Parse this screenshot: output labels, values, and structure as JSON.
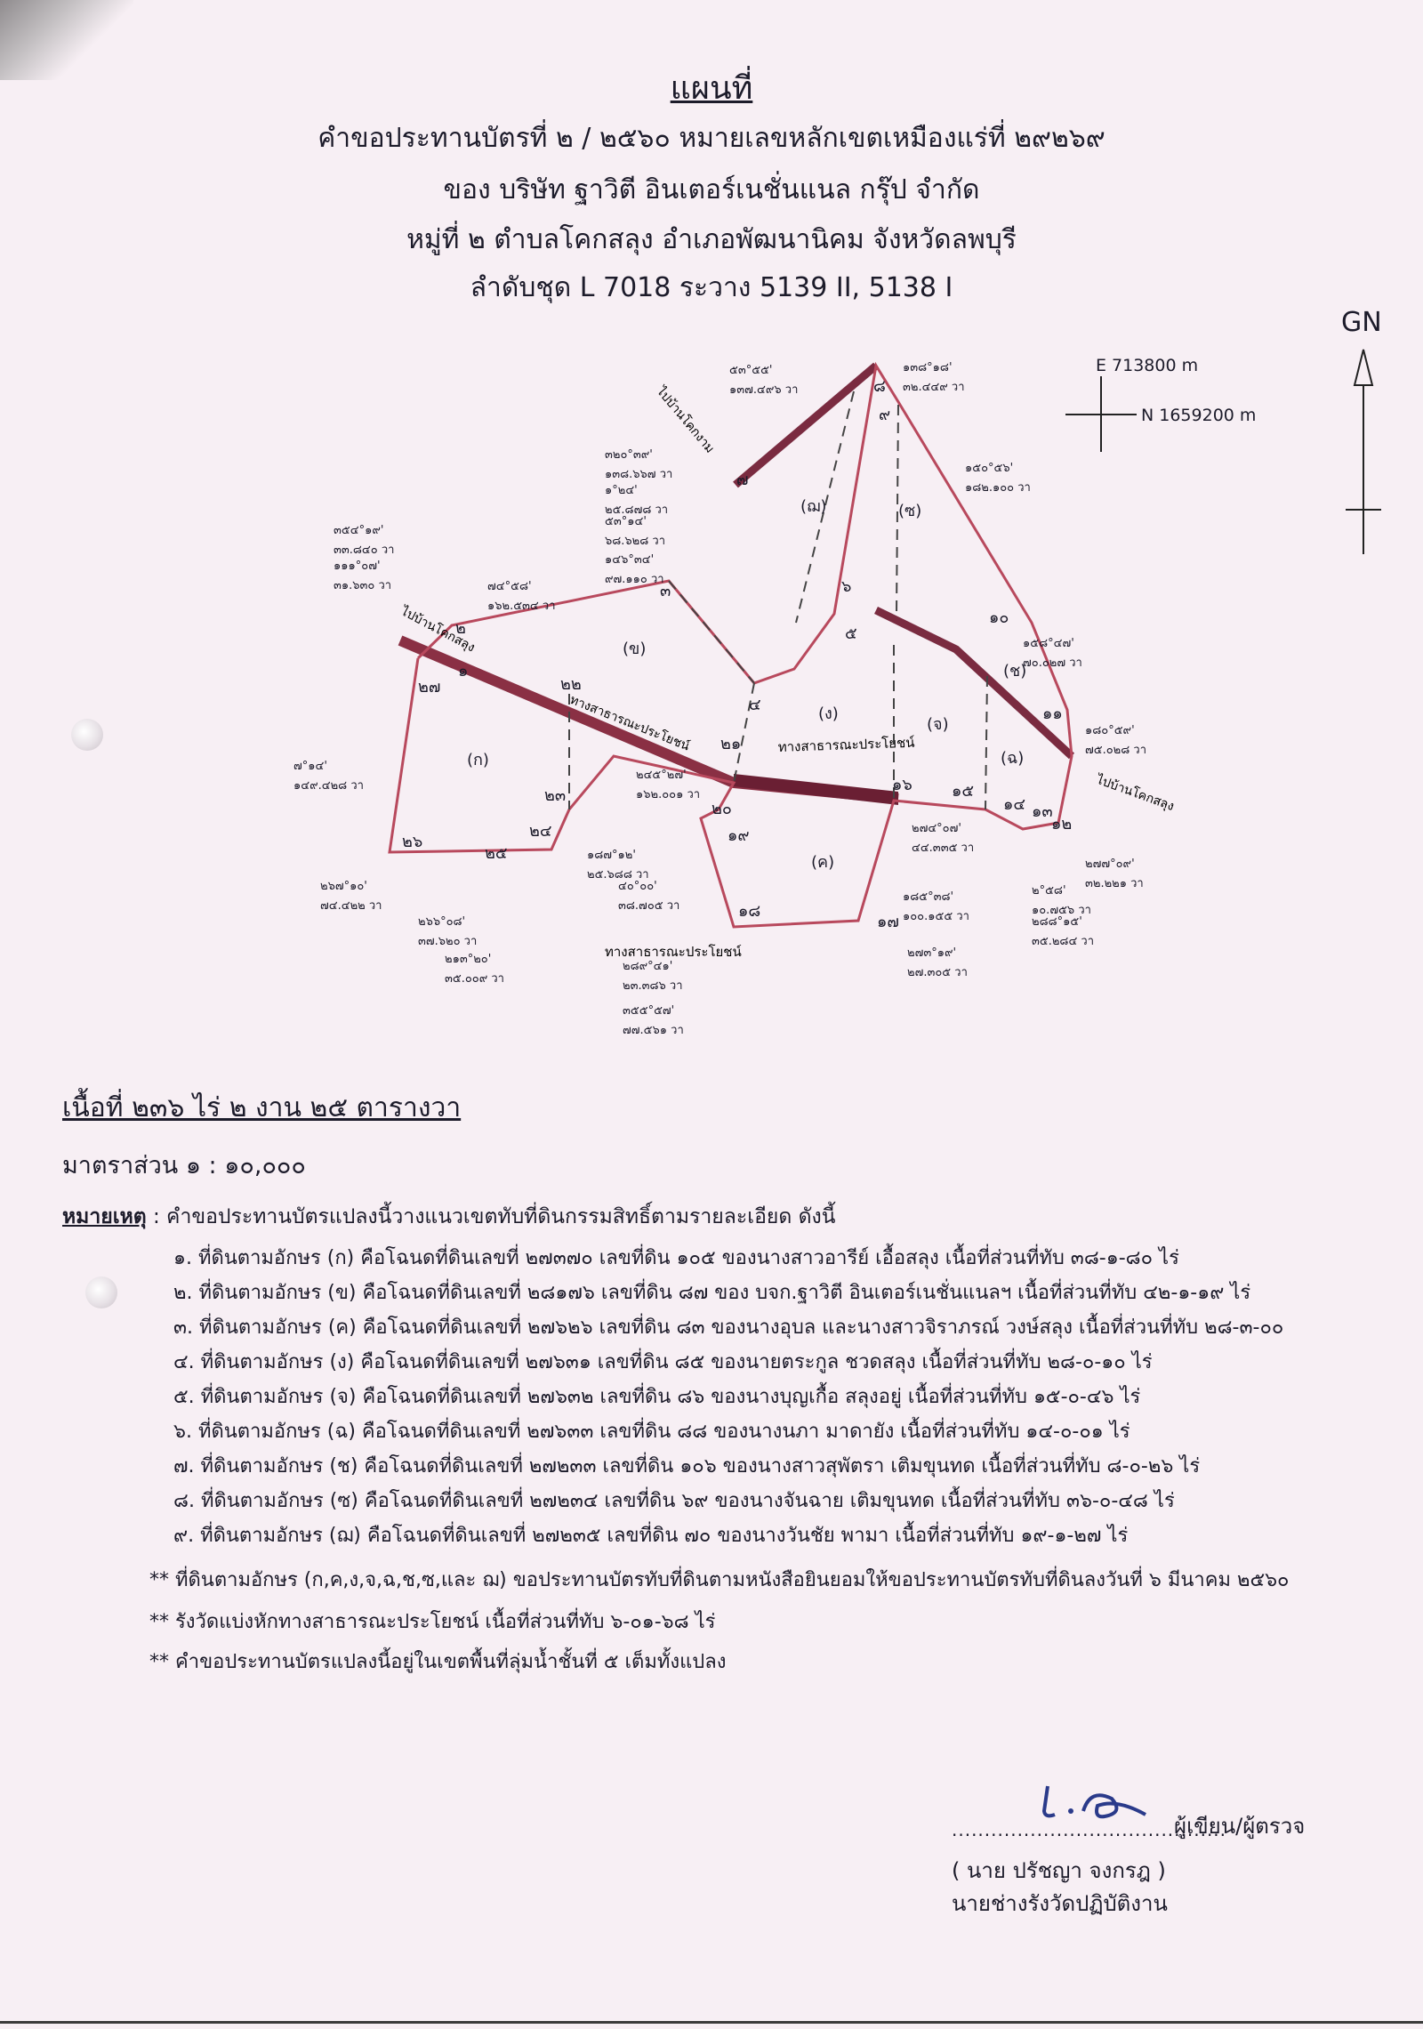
{
  "header": {
    "title": "แผนที่",
    "line1": "คำขอประทานบัตรที่ ๒ / ๒๕๖๐ หมายเลขหลักเขตเหมืองแร่ที่  ๒๙๒๖๙",
    "line2": "ของ บริษัท ฐาวิตี อินเตอร์เนชั่นแนล กรุ๊ป จำกัด",
    "line3": "หมู่ที่ ๒ ตำบลโคกสลุง  อำเภอพัฒนานิคม   จังหวัดลพบุรี",
    "line4": "ลำดับชุด L 7018 ระวาง  5139 II, 5138 I"
  },
  "map": {
    "north_label": "GN",
    "easting": "E 713800 m",
    "northing": "N 1659200 m",
    "parcel_labels": [
      "(ก)",
      "(ข)",
      "(ค)",
      "(ง)",
      "(จ)",
      "(ฉ)",
      "(ช)",
      "(ซ)",
      "(ฌ)"
    ],
    "point_labels": [
      "๑",
      "๒",
      "๓",
      "๔",
      "๕",
      "๖",
      "๗",
      "๘",
      "๙",
      "๑๐",
      "๑๑",
      "๑๒",
      "๑๓",
      "๑๔",
      "๑๕",
      "๑๖",
      "๑๗",
      "๑๘",
      "๑๙",
      "๒๐",
      "๒๑",
      "๒๒",
      "๒๓",
      "๒๔",
      "๒๕",
      "๒๖",
      "๒๗"
    ],
    "road_label": "ทางสาธารณะประโยชน์",
    "to_labels": [
      "ไปบ้านโคกสลุง",
      "ไปบ้านโคกสลุง",
      "ไปบ้านโคกงาม"
    ],
    "bearings": [
      "๓๕๔°๑๙'",
      "๓๓.๘๔๐ วา",
      "๑๑๑°๐๗'",
      "๓๑.๖๓๐ วา",
      "๗๔°๕๘'",
      "๑๖๒.๕๓๔ วา",
      "๗°๑๔'",
      "๑๔๙.๔๒๘ วา",
      "๒๖๗°๑๐'",
      "๗๔.๔๒๒ วา",
      "๒๖๖°๐๘'",
      "๓๗.๖๒๐ วา",
      "๒๑๓°๒๐'",
      "๓๕.๐๐๙ วา",
      "๑๘๗°๑๒'",
      "๒๕.๖๘๘ วา",
      "๔๐°๐๐'",
      "๓๘.๗๐๕ วา",
      "๒๔๕°๒๗'",
      "๑๖๒.๐๐๑ วา",
      "๒๘๙°๔๑'",
      "๒๓.๓๘๖ วา",
      "๓๕๕°๕๗'",
      "๗๗.๕๖๑ วา",
      "๓๒๐°๓๙'",
      "๑๓๘.๖๖๗ วา",
      "๑°๒๔'",
      "๒๕.๘๗๘ วา",
      "๕๓°๑๔'",
      "๖๘.๖๒๘ วา",
      "๑๔๖°๓๔'",
      "๙๗.๑๑๐ วา",
      "๕๓°๕๕'",
      "๑๓๗.๔๙๖ วา",
      "๑๓๘°๑๘'",
      "๓๒.๔๔๙ วา",
      "๑๕๐°๕๖'",
      "๑๘๒.๑๐๐ วา",
      "๑๕๘°๔๗'",
      "๗๐.๐๒๗ วา",
      "๑๘๐°๕๙'",
      "๗๕.๐๒๘ วา",
      "๒๗๗°๐๙'",
      "๓๒.๒๒๑ วา",
      "๒°๕๘'",
      "๑๐.๗๕๖ วา",
      "๒๘๘°๑๕'",
      "๓๕.๒๘๔ วา",
      "๒๗๓°๑๙'",
      "๒๗.๓๐๕ วา",
      "๑๘๕°๓๘'",
      "๑๐๐.๑๕๕ วา",
      "๒๗๔°๐๗'",
      "๔๔.๓๓๕ วา"
    ]
  },
  "area": "เนื้อที่  ๒๓๖  ไร่  ๒  งาน  ๒๕  ตารางวา",
  "scale": "มาตราส่วน  ๑ : ๑๐,๐๐๐",
  "remarks": {
    "label": "หมายเหตุ",
    "intro": " : คำขอประทานบัตรแปลงนี้วางแนวเขตทับที่ดินกรรมสิทธิ์ตามรายละเอียด ดังนี้",
    "items": [
      "๑. ที่ดินตามอักษร (ก)  คือโฉนดที่ดินเลขที่ ๒๗๓๗๐ เลขที่ดิน ๑๐๕  ของนางสาวอารีย์ เอื้อสลุง เนื้อที่ส่วนที่ทับ  ๓๘-๑-๘๐  ไร่",
      "๒. ที่ดินตามอักษร (ข)  คือโฉนดที่ดินเลขที่ ๒๘๑๗๖ เลขที่ดิน ๘๗  ของ บจก.ฐาวิตี อินเตอร์เนชั่นแนลฯ เนื้อที่ส่วนที่ทับ  ๔๒-๑-๑๙  ไร่",
      "๓. ที่ดินตามอักษร (ค)  คือโฉนดที่ดินเลขที่ ๒๗๖๒๖ เลขที่ดิน ๘๓  ของนางอุบล และนางสาวจิราภรณ์ วงษ์สลุง เนื้อที่ส่วนที่ทับ  ๒๘-๓-๐๐",
      "๔. ที่ดินตามอักษร (ง)  คือโฉนดที่ดินเลขที่ ๒๗๖๓๑ เลขที่ดิน ๘๕  ของนายตระกูล ชวดสลุง เนื้อที่ส่วนที่ทับ  ๒๘-๐-๑๐  ไร่",
      "๕. ที่ดินตามอักษร (จ)  คือโฉนดที่ดินเลขที่ ๒๗๖๓๒ เลขที่ดิน ๘๖  ของนางบุญเกื้อ สลุงอยู่ เนื้อที่ส่วนที่ทับ  ๑๕-๐-๔๖  ไร่",
      "๖. ที่ดินตามอักษร (ฉ)  คือโฉนดที่ดินเลขที่ ๒๗๖๓๓ เลขที่ดิน ๘๘  ของนางนภา มาดายัง เนื้อที่ส่วนที่ทับ  ๑๔-๐-๐๑  ไร่",
      "๗. ที่ดินตามอักษร (ช)  คือโฉนดที่ดินเลขที่ ๒๗๒๓๓ เลขที่ดิน ๑๐๖  ของนางสาวสุพัตรา เติมขุนทด เนื้อที่ส่วนที่ทับ  ๘-๐-๒๖ ไร่",
      "๘. ที่ดินตามอักษร (ซ)  คือโฉนดที่ดินเลขที่ ๒๗๒๓๔ เลขที่ดิน ๖๙  ของนางจันฉาย เติมขุนทด เนื้อที่ส่วนที่ทับ  ๓๖-๐-๔๘  ไร่",
      "๙. ที่ดินตามอักษร (ฌ)  คือโฉนดที่ดินเลขที่ ๒๗๒๓๕ เลขที่ดิน ๗๐  ของนางวันชัย พามา เนื้อที่ส่วนที่ทับ  ๑๙-๑-๒๗  ไร่"
    ],
    "star_notes": [
      "** ที่ดินตามอักษร (ก,ค,ง,จ,ฉ,ช,ซ,และ ฌ)  ขอประทานบัตรทับที่ดินตามหนังสือยินยอมให้ขอประทานบัตรทับที่ดินลงวันที่ ๖ มีนาคม ๒๕๖๐",
      "** รังวัดแบ่งหักทางสาธารณะประโยชน์ เนื้อที่ส่วนที่ทับ ๖-๐๑-๖๘ ไร่",
      "** คำขอประทานบัตรแปลงนี้อยู่ในเขตพื้นที่ลุ่มน้ำชั้นที่  ๕  เต็มทั้งแปลง"
    ]
  },
  "signature": {
    "dots": "..........................................",
    "role": "ผู้เขียน/ผู้ตรวจ",
    "name": "( นาย ปรัชญา  จงกรฎ )",
    "position": "นายช่างรังวัดปฏิบัติงาน"
  }
}
